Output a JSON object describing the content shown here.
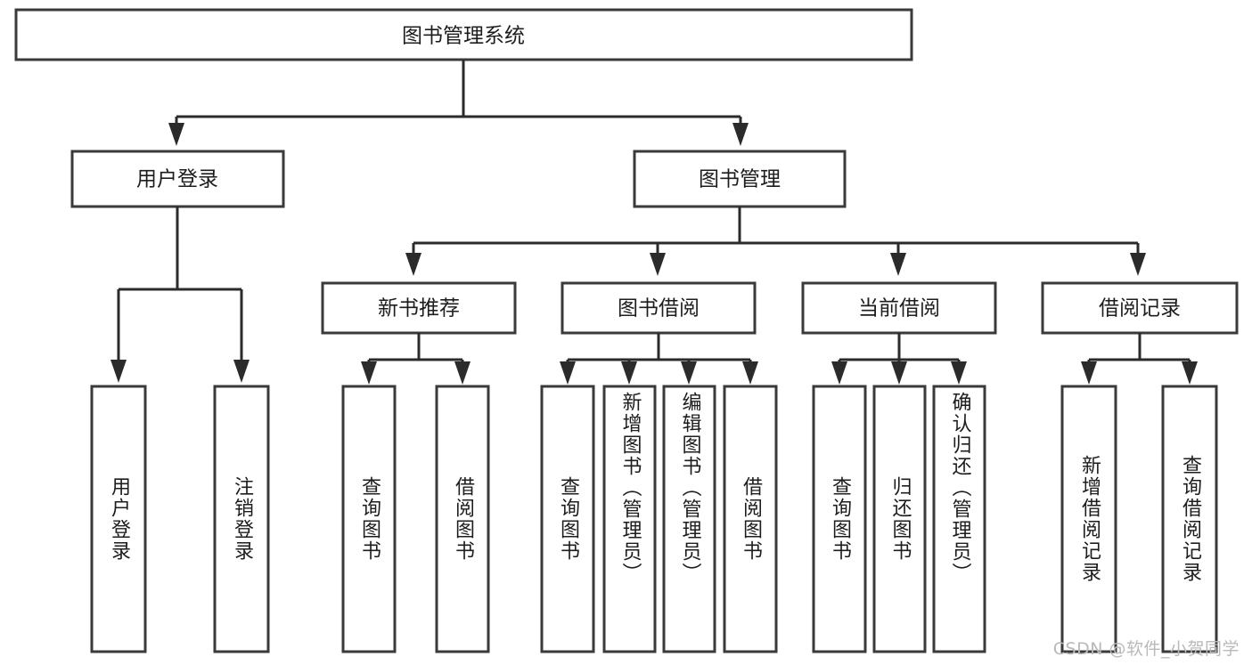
{
  "diagram": {
    "title": "图书管理系统",
    "watermark": "CSDN @软件_小贺同学",
    "colors": {
      "box_stroke": "#3a3a3a",
      "connector": "#2b2b2b",
      "text": "#1d1d1d",
      "background": "#ffffff",
      "watermark": "#b9b9b9"
    },
    "root": {
      "label": "图书管理系统"
    },
    "level2": [
      {
        "label": "用户登录"
      },
      {
        "label": "图书管理"
      }
    ],
    "level3": [
      {
        "label": "新书推荐"
      },
      {
        "label": "图书借阅"
      },
      {
        "label": "当前借阅"
      },
      {
        "label": "借阅记录"
      }
    ],
    "leaves": {
      "user_login": [
        {
          "label": "用户登录"
        },
        {
          "label": "注销登录"
        }
      ],
      "new_book_recommend": [
        {
          "label": "查询图书"
        },
        {
          "label": "借阅图书"
        }
      ],
      "book_borrow": [
        {
          "label": "查询图书"
        },
        {
          "label": "新增图书（管理员）"
        },
        {
          "label": "编辑图书（管理员）"
        },
        {
          "label": "借阅图书"
        }
      ],
      "current_borrow": [
        {
          "label": "查询图书"
        },
        {
          "label": "归还图书"
        },
        {
          "label": "确认归还（管理员）"
        }
      ],
      "borrow_record": [
        {
          "label": "新增借阅记录"
        },
        {
          "label": "查询借阅记录"
        }
      ]
    }
  }
}
